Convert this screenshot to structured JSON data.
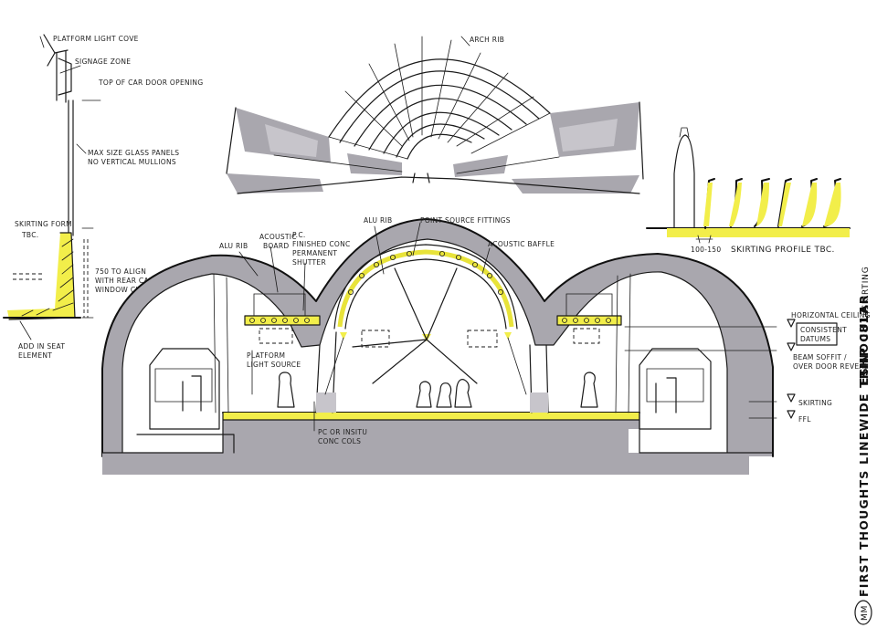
{
  "left_detail": {
    "label_platform_light": "PLATFORM LIGHT COVE",
    "label_signage": "SIGNAGE ZONE",
    "label_top_door": "TOP OF CAR DOOR OPENING",
    "label_glass": "MAX SIZE GLASS PANELS",
    "label_glass_2": "NO VERTICAL MULLIONS",
    "label_skirting": "SKIRTING FORM",
    "label_skirting_2": "TBC.",
    "label_align": "750 TO ALIGN",
    "label_align_2": "WITH REAR CAR",
    "label_align_3": "WINDOW CILL",
    "label_seat": "ADD IN SEAT",
    "label_seat_2": "ELEMENT"
  },
  "perspective": {
    "label_arch": "ARCH RIB"
  },
  "skirting_profile": {
    "dim": "100-150",
    "label": "SKIRTING PROFILE TBC."
  },
  "section": {
    "label_alu_rib_left": "ALU RIB",
    "label_acoustic_board": "ACOUSTIC",
    "label_acoustic_board_2": "BOARD",
    "label_pc": "P.C.",
    "label_pc_2": "FINISHED CONC",
    "label_pc_3": "PERMANENT",
    "label_pc_4": "SHUTTER",
    "label_alu_rib": "ALU RIB",
    "label_point_source": "POINT SOURCE FITTINGS",
    "label_acoustic_baffle": "ACOUSTIC BAFFLE",
    "label_platform_light": "PLATFORM",
    "label_platform_light_2": "LIGHT SOURCE",
    "label_pc_insitu": "PC OR INSITU",
    "label_pc_insitu_2": "CONC COLS",
    "label_horizontal": "HORIZONTAL CEILING",
    "label_datums": "CONSISTENT",
    "label_datums_2": "DATUMS",
    "label_beam": "BEAM SOFFIT /",
    "label_beam_2": "OVER DOOR REVEAL",
    "label_skirting": "SKIRTING",
    "label_ffl": "FFL"
  },
  "title_block": {
    "initials": "MM",
    "title": "FIRST THOUGHTS LINEWIDE TRINOCULAR",
    "ref": "ESHP 0817",
    "note": "+SKIRTING"
  },
  "colors": {
    "concrete_grey": "#a9a7ae",
    "highlight_yellow": "#f2ee4a",
    "ink": "#1a1a1a"
  }
}
